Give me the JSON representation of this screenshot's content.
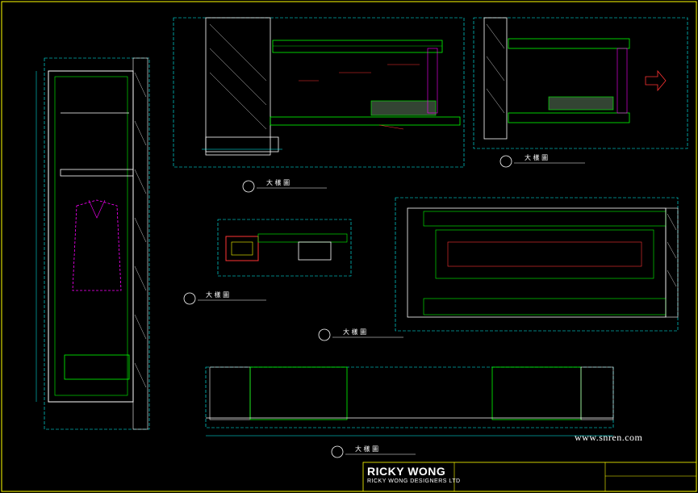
{
  "drawing": {
    "background": "#000000",
    "colors": {
      "frame": "#ffff00",
      "wall": "#ffffff",
      "detail": "#00ff00",
      "dimension": "#00ffff",
      "leader": "#ff3333",
      "callout": "#ff00ff",
      "note": "#ffff66"
    }
  },
  "title_block": {
    "company": "RICKY WONG",
    "company_en": "RICKY WONG DESIGNERS LTD",
    "watermark": "www.snren.com"
  },
  "views": [
    {
      "title": "大 樣 圖",
      "id": "large-detail-1"
    },
    {
      "title": "大 樣 圖",
      "id": "large-detail-2"
    },
    {
      "title": "大 樣 圖",
      "id": "large-detail-3"
    },
    {
      "title": "大 樣 圖",
      "id": "large-detail-4"
    },
    {
      "title": "大 樣 圖",
      "id": "large-detail-5"
    }
  ]
}
